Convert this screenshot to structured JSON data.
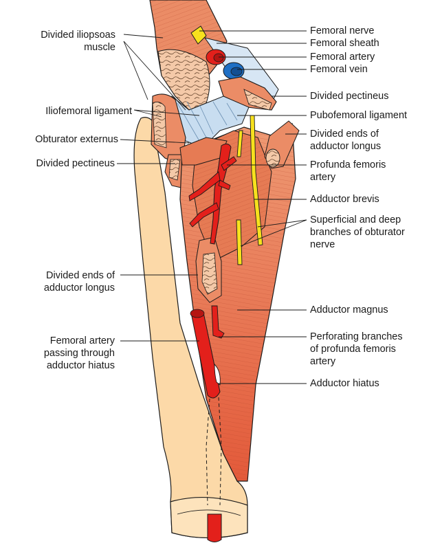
{
  "diagram": {
    "left_labels": {
      "iliopsoas": "Divided iliopsoas\nmuscle",
      "iliofemoral": "Iliofemoral ligament",
      "obturator_externus": "Obturator externus",
      "pectineus": "Divided pectineus",
      "adductor_longus": "Divided ends of\nadductor longus",
      "femoral_artery_hiatus": "Femoral artery\npassing through\nadductor hiatus"
    },
    "right_labels": {
      "femoral_nerve": "Femoral nerve",
      "femoral_sheath": "Femoral sheath",
      "femoral_artery": "Femoral artery",
      "femoral_vein": "Femoral vein",
      "pectineus": "Divided pectineus",
      "pubofemoral": "Pubofemoral ligament",
      "adductor_longus": "Divided ends of\nadductor longus",
      "profunda": "Profunda femoris\nartery",
      "adductor_brevis": "Adductor brevis",
      "obturator_nerve": "Superficial and deep\nbranches of obturator\nnerve",
      "adductor_magnus": "Adductor magnus",
      "perforating": "Perforating branches\nof profunda femoris\nartery",
      "hiatus": "Adductor hiatus"
    },
    "colors": {
      "bone": "#fcd9a8",
      "muscle": "#eb8c66",
      "muscle_dark": "#dd6a45",
      "ligament": "#c8ddf0",
      "artery": "#e3201b",
      "vein": "#1f6fc4",
      "nerve": "#f7e11e",
      "line": "#1a1a1a"
    }
  }
}
